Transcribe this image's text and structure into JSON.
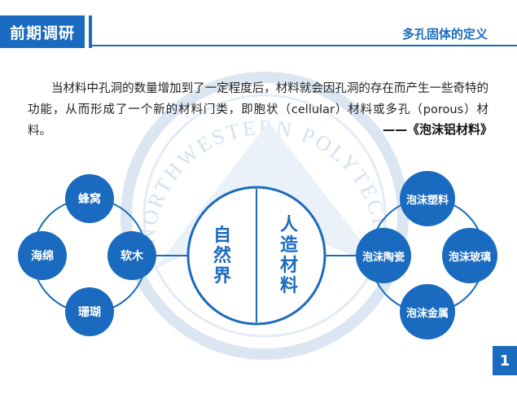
{
  "header": {
    "title": "前期调研",
    "subtitle": "多孔固体的定义"
  },
  "content": {
    "paragraph": "当材料中孔洞的数量增加到了一定程度后，材料就会因孔洞的存在而产生一些奇特的功能，从而形成了一个新的材料门类，即胞状（cellular）材料或多孔（porous）材料。",
    "citation": "——《泡沫铝材料》"
  },
  "diagram": {
    "center_left": [
      "自",
      "然",
      "界"
    ],
    "center_right": [
      "人",
      "造",
      "材",
      "料"
    ],
    "natural": {
      "top": "蜂窝",
      "left": "海绵",
      "right": "软木",
      "bottom": "珊瑚"
    },
    "artificial": {
      "top": "泡沫塑料",
      "left": "泡沫陶瓷",
      "right": "泡沫玻璃",
      "bottom": "泡沫金属"
    }
  },
  "watermark": {
    "text": "NORTHWESTERN POLYTECHNICAL UNIVERSITY",
    "color": "#c9d8ea"
  },
  "page": {
    "number": "1"
  },
  "colors": {
    "accent": "#1a6bbf"
  }
}
